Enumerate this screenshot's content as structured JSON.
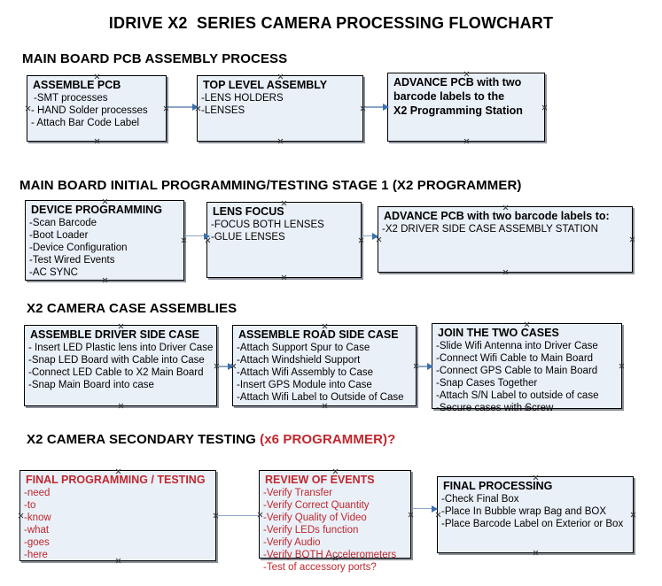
{
  "document": {
    "title": "IDRIVE X2  SERIES CAMERA PROCESSING FLOWCHART"
  },
  "sections": [
    {
      "id": "main-board-pcb-assembly",
      "title": "MAIN BOARD PCB ASSEMBLY PROCESS",
      "title_accent": "",
      "boxes": [
        {
          "id": "assemble-pcb",
          "title": "ASSEMBLE PCB",
          "lines": [
            "-SMT processes",
            "- HAND Solder processes",
            "- Attach Bar Code Label"
          ]
        },
        {
          "id": "top-level-assembly",
          "title": "TOP LEVEL ASSEMBLY",
          "lines": [
            "-LENS HOLDERS",
            "-LENSES"
          ]
        },
        {
          "id": "advance-pcb-to-x2-programming-station",
          "title": "ADVANCE PCB with two",
          "lines": [
            "barcode labels to the",
            " X2 Programming Station"
          ]
        }
      ]
    },
    {
      "id": "main-board-initial-programming",
      "title": "MAIN BOARD INITIAL PROGRAMMING/TESTING STAGE 1 (X2 PROGRAMMER)",
      "title_accent": "",
      "boxes": [
        {
          "id": "device-programming",
          "title": "DEVICE PROGRAMMING",
          "lines": [
            "-Scan Barcode",
            "-Boot Loader",
            "-Device Configuration",
            "-Test Wired Events",
            "-AC SYNC"
          ]
        },
        {
          "id": "lens-focus",
          "title": "LENS FOCUS",
          "lines": [
            "-FOCUS BOTH LENSES",
            "-GLUE LENSES"
          ]
        },
        {
          "id": "advance-pcb-to-driver-side-case-station",
          "title": "ADVANCE PCB with two barcode labels to:",
          "lines": [
            "-X2 DRIVER  SIDE  CASE  ASSEMBLY STATION"
          ]
        }
      ]
    },
    {
      "id": "x2-camera-case-assemblies",
      "title": "X2 CAMERA CASE ASSEMBLIES",
      "title_accent": "",
      "boxes": [
        {
          "id": "assemble-driver-side-case",
          "title": "ASSEMBLE DRIVER SIDE CASE",
          "lines": [
            "- Insert LED Plastic lens into Driver Case",
            "-Snap LED Board with Cable into Case",
            "-Connect LED Cable to X2 Main Board",
            "-Snap Main Board into case"
          ]
        },
        {
          "id": "assemble-road-side-case",
          "title": "ASSEMBLE ROAD SIDE CASE",
          "lines": [
            "-Attach Support Spur to Case",
            "-Attach Windshield Support",
            "-Attach Wifi Assembly to Case",
            "-Insert GPS Module into Case",
            "-Attach Wifi Label to Outside of Case"
          ]
        },
        {
          "id": "join-the-two-cases",
          "title": "JOIN THE TWO CASES",
          "lines": [
            "-Slide Wifi Antenna into Driver Case",
            "-Connect Wifi Cable to Main Board",
            "-Connect GPS Cable to Main Board",
            "-Snap Cases Together",
            "-Attach S/N Label to outside of case",
            "-Secure cases with Screw"
          ]
        }
      ]
    },
    {
      "id": "x2-camera-secondary-testing",
      "title": "X2 CAMERA SECONDARY TESTING ",
      "title_accent": "(x6 PROGRAMMER)?",
      "boxes": [
        {
          "id": "final-programming-testing",
          "title": "FINAL PROGRAMMING / TESTING",
          "lines": [
            "-need",
            "-to",
            "-know",
            "-what",
            "-goes",
            "-here"
          ]
        },
        {
          "id": "review-of-events",
          "title": "REVIEW OF EVENTS",
          "lines": [
            "-Verify Transfer",
            "-Verify Correct Quantity",
            "-Verify Quality of Video",
            "-Verify LEDs function",
            "-Verify Audio",
            "-Verify BOTH Accelerometers",
            "-Test of accessory ports?"
          ]
        },
        {
          "id": "final-processing",
          "title": "FINAL PROCESSING",
          "lines": [
            " -Check Final Box",
            "-Place In Bubble wrap Bag and BOX",
            "-Place Barcode Label on Exterior or Box"
          ]
        }
      ]
    }
  ],
  "colors": {
    "box_fill": "#eaf0f8",
    "box_border": "#000000",
    "connector": "#8ba5c4",
    "arrow": "#3a6fb0",
    "accent_red": "#c0272d",
    "text": "#000000"
  }
}
